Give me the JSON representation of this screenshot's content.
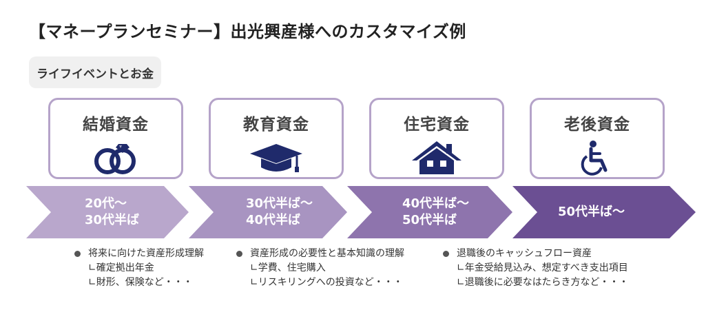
{
  "title": "【マネープランセミナー】出光興産様へのカスタマイズ例",
  "badge": "ライフイベントとお金",
  "colors": {
    "card_border": "#b5a3c9",
    "icon": "#1f2a6b",
    "stage1": "#b9a7cc",
    "stage2": "#a894c1",
    "stage3": "#8e74ad",
    "stage4": "#6b4f93"
  },
  "cards": [
    {
      "label": "結婚資金",
      "icon": "rings-icon"
    },
    {
      "label": "教育資金",
      "icon": "graduation-cap-icon"
    },
    {
      "label": "住宅資金",
      "icon": "house-icon"
    },
    {
      "label": "老後資金",
      "icon": "wheelchair-icon"
    }
  ],
  "stages": [
    {
      "line1": "20代～",
      "line2": "30代半ば"
    },
    {
      "line1": "30代半ば～",
      "line2": "40代半ば"
    },
    {
      "line1": "40代半ば～",
      "line2": "50代半ば"
    },
    {
      "line1": "50代半ば～",
      "line2": ""
    }
  ],
  "notes": [
    {
      "head": "将来に向けた資産形成理解",
      "subs": [
        "∟確定拠出年金",
        "∟財形、保険など・・・"
      ]
    },
    {
      "head": "資産形成の必要性と基本知識の理解",
      "subs": [
        "∟学費、住宅購入",
        "∟リスキリングへの投資など・・・"
      ]
    },
    {
      "head": "退職後のキャッシュフロー資産",
      "subs": [
        "∟年金受給見込み、想定すべき支出項目",
        "∟退職後に必要なはたらき方など・・・"
      ]
    }
  ]
}
